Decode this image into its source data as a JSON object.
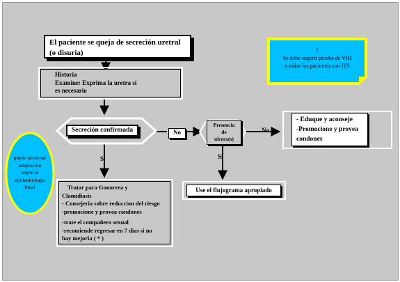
{
  "diagram": {
    "nodes": {
      "complaint": {
        "line1": "El paciente se queja de secreción uretral",
        "line2": "(o disuria)"
      },
      "historia": {
        "line1": "Historia",
        "line2": "Examine: Exprima la uretra si",
        "line3": "es necesario"
      },
      "secrecion": {
        "label": "Secreción confirmada"
      },
      "no_box": {
        "label": "No"
      },
      "ulcera": {
        "line1": "Presencia",
        "line2": "de",
        "line3": "ulcera(s)"
      },
      "eduque": {
        "line1": "- Eduque y aconseje",
        "line2": "-Promocione y provea",
        "line3": "condones"
      },
      "flujograma": {
        "label": "Use el flujograma apropiado"
      },
      "tratar": {
        "line1": "Tratar para Gonorrea y",
        "line2": "Clamidiasis",
        "line3": "- Consejeria sobre reduccion del riesgo",
        "line4": "-promocione y  provea condones",
        "line5": "-trate el compañero sexual",
        "line6": "-recomiende regresar en 7 dias si no",
        "line7": "hay mejoria ( * )"
      },
      "vih_note": {
        "line1": "1",
        "line2": "Se debe sugerir prueba de VIH",
        "line3": "a todos los pacientes con ITS"
      },
      "epi_note": {
        "line1": "puede necesitar",
        "line2": "adaptacion",
        "line3": "según la",
        "line4": "epidemiologia",
        "line5": "local"
      }
    },
    "edge_labels": {
      "si_left": "Si",
      "si_ulcera": "Si",
      "no_ulcera": "No"
    },
    "colors": {
      "background": "#c8c8c8",
      "note_yellow": "#ffff00",
      "note_cyan": "#00bfff"
    }
  }
}
